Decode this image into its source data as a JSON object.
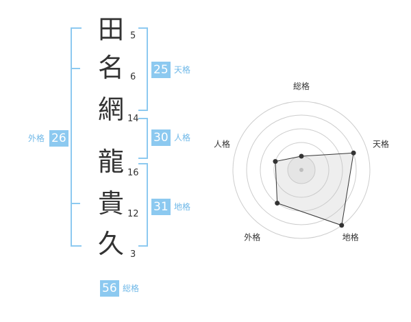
{
  "name": {
    "characters": [
      {
        "char": "田",
        "strokes": "5"
      },
      {
        "char": "名",
        "strokes": "6"
      },
      {
        "char": "網",
        "strokes": "14"
      },
      {
        "char": "龍",
        "strokes": "16"
      },
      {
        "char": "貴",
        "strokes": "12"
      },
      {
        "char": "久",
        "strokes": "3"
      }
    ]
  },
  "kakusu": {
    "tenkaku": {
      "value": "25",
      "label": "天格"
    },
    "jinkaku": {
      "value": "30",
      "label": "人格"
    },
    "chikaku": {
      "value": "31",
      "label": "地格"
    },
    "gaikaku": {
      "value": "26",
      "label": "外格"
    },
    "soukaku": {
      "value": "56",
      "label": "総格"
    }
  },
  "radar": {
    "labels": {
      "soukaku": "総格",
      "tenkaku": "天格",
      "chikaku": "地格",
      "gaikaku": "外格",
      "jinkaku": "人格"
    },
    "order": [
      "soukaku",
      "tenkaku",
      "chikaku",
      "gaikaku",
      "jinkaku"
    ],
    "max": 5,
    "values": {
      "soukaku": 1,
      "tenkaku": 4,
      "chikaku": 5,
      "gaikaku": 3,
      "jinkaku": 2
    }
  }
}
